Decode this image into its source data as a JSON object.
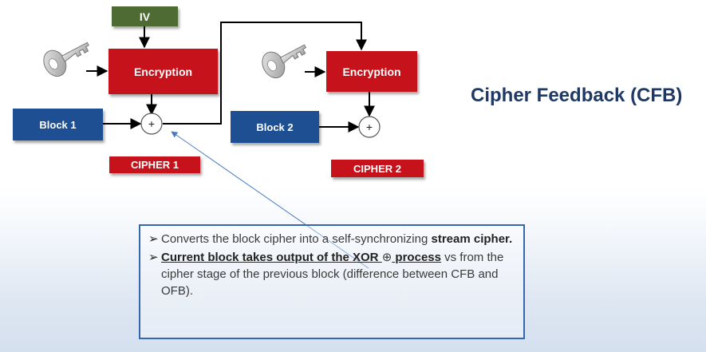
{
  "diagram": {
    "iv_label": "IV",
    "encryption1_label": "Encryption",
    "encryption2_label": "Encryption",
    "block1_label": "Block 1",
    "block2_label": "Block 2",
    "cipher1_label": "CIPHER 1",
    "cipher2_label": "CIPHER 2",
    "xor_symbol": "+",
    "icons": [
      "key-icon",
      "key-icon"
    ],
    "colors": {
      "iv_green": "#4e6b34",
      "encryption_red": "#c5121b",
      "block_blue": "#1f4f93",
      "title_navy": "#1f3864"
    }
  },
  "title": "Cipher Feedback (CFB)",
  "bullets": [
    {
      "text_a": "Converts the block cipher into a self-synchronizing ",
      "bold": "stream cipher."
    },
    {
      "underline_a": "Current block takes output of the XOR ",
      "symbol": "⊕",
      "underline_b": " process",
      "text_b": " vs from the cipher stage of the previous block (difference between CFB and OFB)."
    }
  ]
}
